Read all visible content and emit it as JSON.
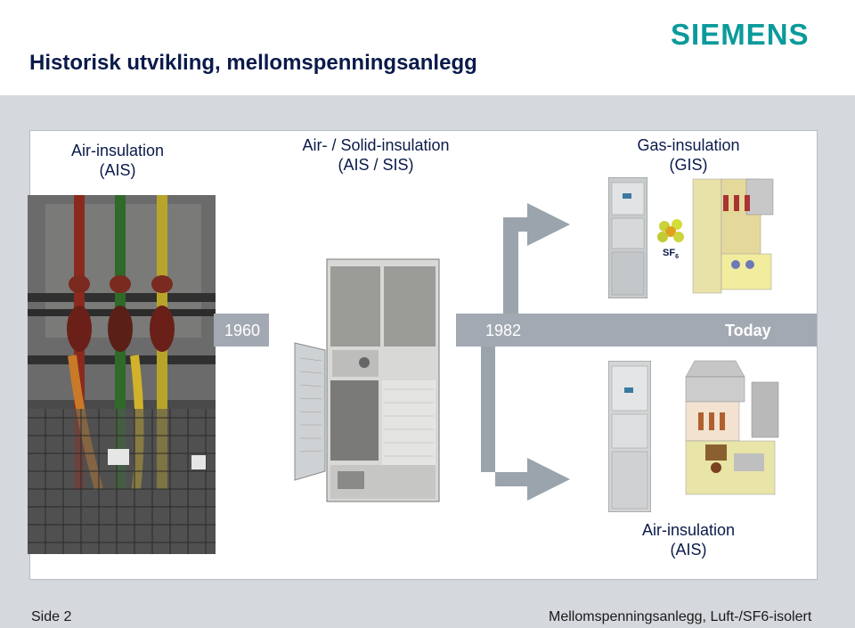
{
  "slide": {
    "title": "Historisk utvikling, mellomspenningsanlegg",
    "logo": "SIEMENS"
  },
  "labels": {
    "ais_top_line1": "Air-insulation",
    "ais_top_line2": "(AIS)",
    "ais_sis_line1": "Air- / Solid-insulation",
    "ais_sis_line2": "(AIS / SIS)",
    "gis_line1": "Gas-insulation",
    "gis_line2": "(GIS)",
    "ais_bottom_line1": "Air-insulation",
    "ais_bottom_line2": "(AIS)",
    "sf6_main": "SF",
    "sf6_sub": "6"
  },
  "timeline": {
    "year_1960": "1960",
    "year_1982": "1982",
    "year_today": "Today"
  },
  "footer": {
    "left": "Side 2",
    "right": "Mellomspenningsanlegg, Luft-/SF6-isolert"
  },
  "colors": {
    "title": "#0a1a4a",
    "logo": "#0b9a9b",
    "timeline": "#a3a9b2",
    "arrow": "#9ba3ad"
  }
}
